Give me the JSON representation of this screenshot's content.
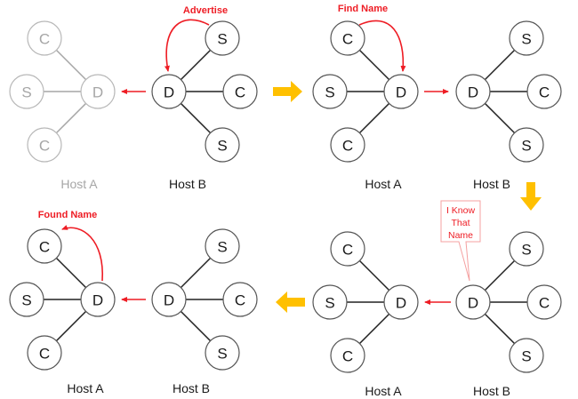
{
  "colors": {
    "active": "#1a1a1a",
    "inactive": "#a6a6a6",
    "message": "#ee1c24",
    "step_arrow": "#ffc000",
    "callout_border": "#f4a0a0"
  },
  "node_types": {
    "D": "D",
    "S": "S",
    "C": "C"
  },
  "panels": [
    {
      "id": "step-1",
      "annotation": "Advertise",
      "host_a": {
        "label": "Host A",
        "faded": true
      },
      "host_b": {
        "label": "Host B",
        "faded": false
      }
    },
    {
      "id": "step-2",
      "annotation": "Find Name",
      "host_a": {
        "label": "Host A",
        "faded": false
      },
      "host_b": {
        "label": "Host B",
        "faded": false
      }
    },
    {
      "id": "step-3",
      "annotation": "I Know That Name",
      "annotation_lines": [
        "I Know",
        "That",
        "Name"
      ],
      "host_a": {
        "label": "Host A",
        "faded": false
      },
      "host_b": {
        "label": "Host B",
        "faded": false
      }
    },
    {
      "id": "step-4",
      "annotation": "Found Name",
      "host_a": {
        "label": "Host A",
        "faded": false
      },
      "host_b": {
        "label": "Host B",
        "faded": false
      }
    }
  ],
  "flow": [
    "step-1",
    "step-2",
    "step-3",
    "step-4"
  ]
}
